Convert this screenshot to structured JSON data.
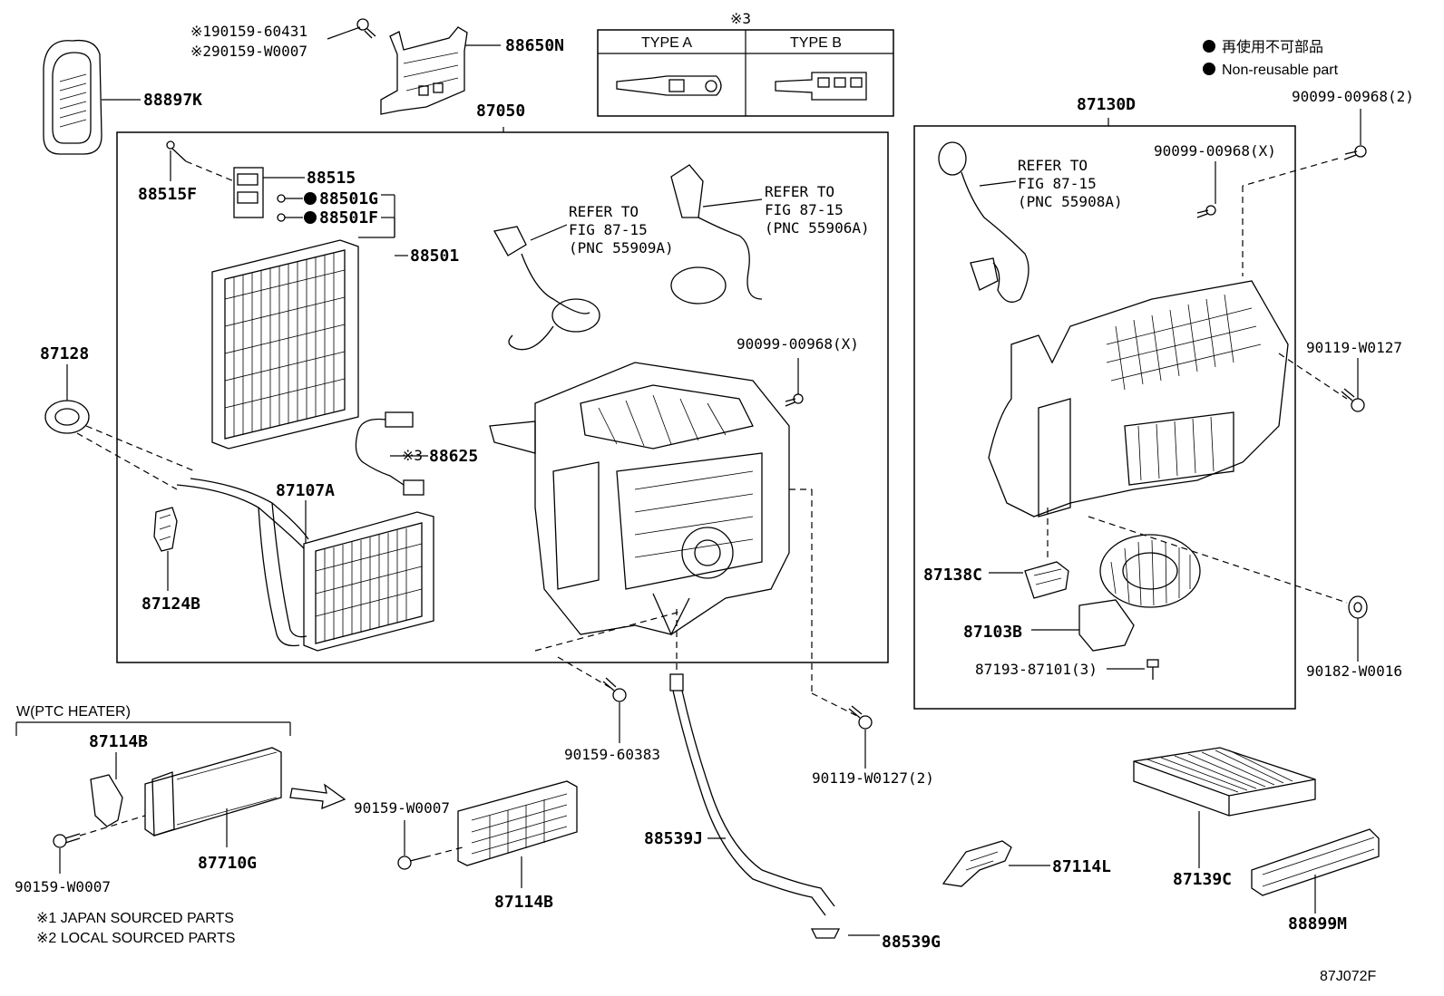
{
  "diagram_code": "87J072F",
  "legend": {
    "mark_ref": "※3",
    "type_a": "TYPE A",
    "type_b": "TYPE B",
    "non_reusable_jp": "再使用不可部品",
    "non_reusable_en": "Non-reusable part"
  },
  "notes": {
    "note1": "※1 JAPAN SOURCED PARTS",
    "note2": "※2 LOCAL SOURCED PARTS",
    "ptc_heater": "W(PTC HEATER)"
  },
  "refs": {
    "r1_line1": "REFER TO",
    "r1_line2": "FIG 87-15",
    "r1_line3": "(PNC 55909A)",
    "r2_line1": "REFER TO",
    "r2_line2": "FIG 87-15",
    "r2_line3": "(PNC 55906A)",
    "r3_line1": "REFER TO",
    "r3_line2": "FIG 87-15",
    "r3_line3": "(PNC 55908A)"
  },
  "parts": {
    "p_60431": "※190159-60431",
    "p_w0007a": "※290159-W0007",
    "p_88650n": "88650N",
    "p_88897k": "88897K",
    "p_87050": "87050",
    "p_88515": "88515",
    "p_88515f": "88515F",
    "p_88501g": "88501G",
    "p_88501f": "88501F",
    "p_88501": "88501",
    "p_87128": "87128",
    "p_88625": "88625",
    "p_88625_mark": "※3",
    "p_87107a": "87107A",
    "p_87124b": "87124B",
    "p_00968x_a": "90099-00968(X)",
    "p_87130d": "87130D",
    "p_00968_2": "90099-00968(2)",
    "p_00968x_b": "90099-00968(X)",
    "p_w0127": "90119-W0127",
    "p_87138c": "87138C",
    "p_87103b": "87103B",
    "p_87193": "87193-87101(3)",
    "p_w0016": "90182-W0016",
    "p_87114b_a": "87114B",
    "p_87710g": "87710G",
    "p_w0007b": "90159-W0007",
    "p_w0007c": "90159-W0007",
    "p_87114b_b": "87114B",
    "p_60383": "90159-60383",
    "p_w0127_2": "90119-W0127(2)",
    "p_88539j": "88539J",
    "p_88539g": "88539G",
    "p_87114l": "87114L",
    "p_87139c": "87139C",
    "p_88899m": "88899M"
  }
}
